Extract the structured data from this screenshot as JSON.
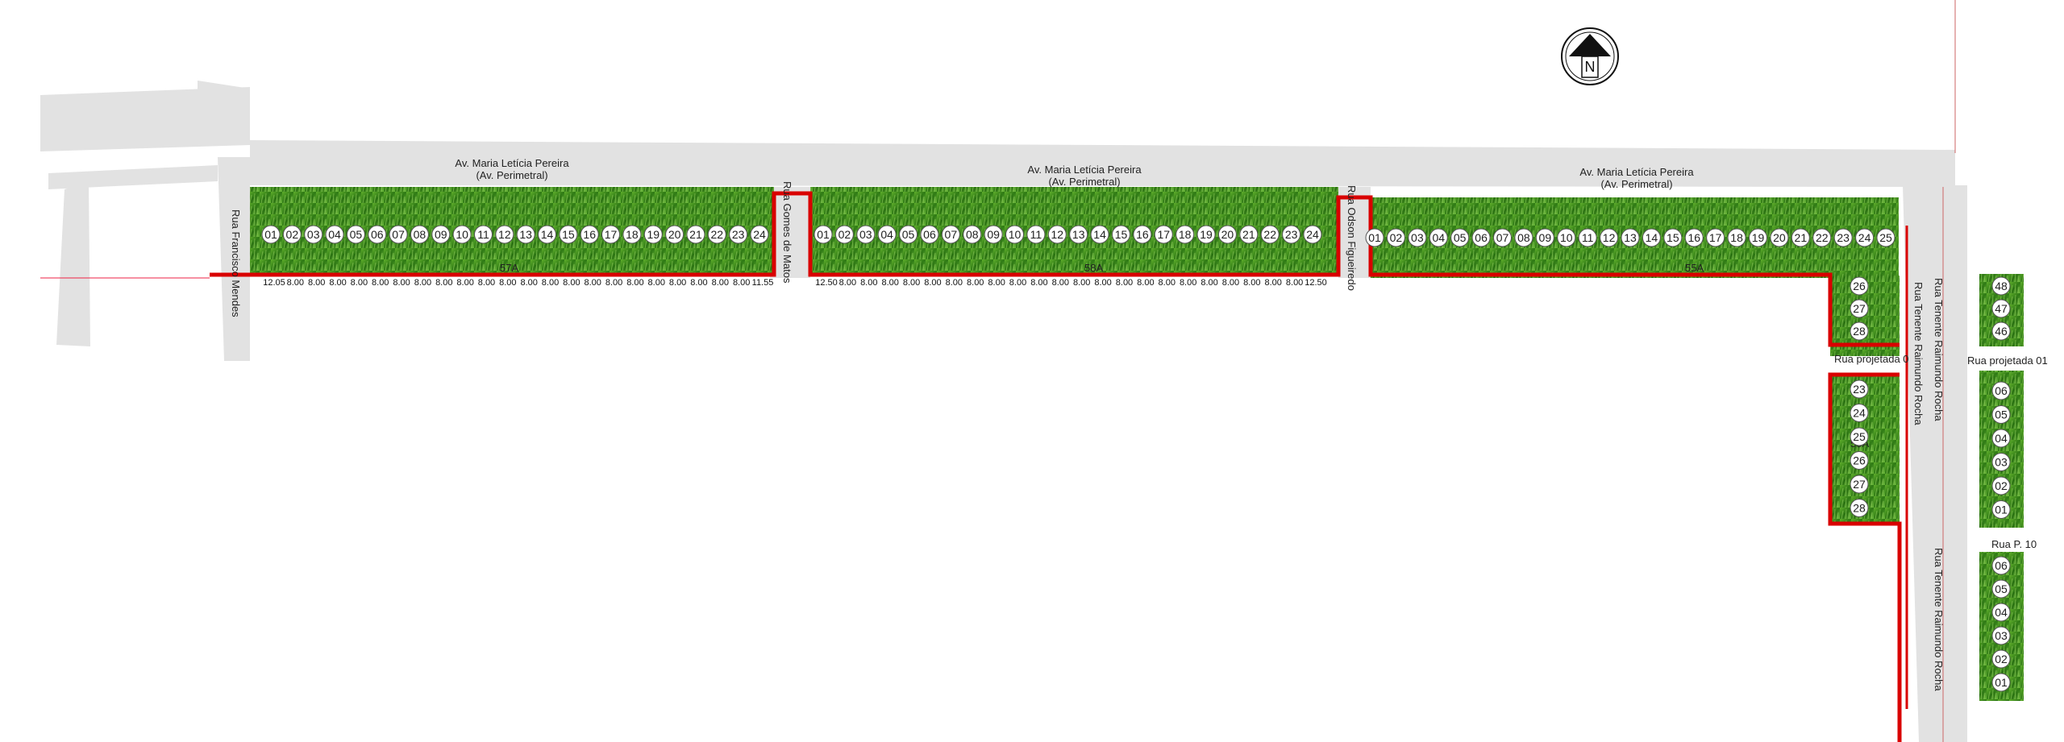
{
  "streets": {
    "avenue_line1": "Av. Maria Letícia Pereira",
    "avenue_line2": "(Av. Perimetral)",
    "rua_francisco": "Rua Francisco Mendes",
    "rua_gomes": "Rua Gomes de Matos",
    "rua_odson": "Rua Odson Figueiredo",
    "rua_tenente": "Rua Tenente Raimundo Rocha",
    "rua_projetada_0": "Rua projetada 0",
    "rua_projetada_01": "Rua projetada 01",
    "rua_p10": "Rua  P. 10"
  },
  "compass": {
    "letter": "N",
    "icon": "north-arrow-icon"
  },
  "block_labels": {
    "block1": "57A",
    "block2": "58A",
    "block3": "55A",
    "block4": "55A"
  },
  "block1": {
    "lots": [
      "01",
      "02",
      "03",
      "04",
      "05",
      "06",
      "07",
      "08",
      "09",
      "10",
      "11",
      "12",
      "13",
      "14",
      "15",
      "16",
      "17",
      "18",
      "19",
      "20",
      "21",
      "22",
      "23",
      "24"
    ],
    "dims": [
      "12.05",
      "8.00",
      "8.00",
      "8.00",
      "8.00",
      "8.00",
      "8.00",
      "8.00",
      "8.00",
      "8.00",
      "8.00",
      "8.00",
      "8.00",
      "8.00",
      "8.00",
      "8.00",
      "8.00",
      "8.00",
      "8.00",
      "8.00",
      "8.00",
      "8.00",
      "8.00",
      "11.55"
    ]
  },
  "block2": {
    "lots": [
      "01",
      "02",
      "03",
      "04",
      "05",
      "06",
      "07",
      "08",
      "09",
      "10",
      "11",
      "12",
      "13",
      "14",
      "15",
      "16",
      "17",
      "18",
      "19",
      "20",
      "21",
      "22",
      "23",
      "24"
    ],
    "dims": [
      "12.50",
      "8.00",
      "8.00",
      "8.00",
      "8.00",
      "8.00",
      "8.00",
      "8.00",
      "8.00",
      "8.00",
      "8.00",
      "8.00",
      "8.00",
      "8.00",
      "8.00",
      "8.00",
      "8.00",
      "8.00",
      "8.00",
      "8.00",
      "8.00",
      "8.00",
      "8.00",
      "12.50"
    ]
  },
  "block3": {
    "lots": [
      "01",
      "02",
      "03",
      "04",
      "05",
      "06",
      "07",
      "08",
      "09",
      "10",
      "11",
      "12",
      "13",
      "14",
      "15",
      "16",
      "17",
      "18",
      "19",
      "20",
      "21",
      "22",
      "23",
      "24",
      "25"
    ]
  },
  "block4": {
    "lots": [
      "26",
      "27",
      "28"
    ]
  },
  "block5": {
    "lots": [
      "23",
      "24",
      "25",
      "26",
      "27",
      "28"
    ]
  },
  "block6": {
    "lots": [
      "48",
      "47",
      "46"
    ]
  },
  "block7": {
    "lots": [
      "06",
      "05",
      "04",
      "03",
      "02",
      "01"
    ]
  },
  "block8": {
    "lots": [
      "06",
      "05",
      "04",
      "03",
      "02",
      "01"
    ]
  },
  "colors": {
    "grass": "#3f8f1e",
    "grass_light": "#7cc24a",
    "road": "#e2e2e2",
    "boundary": "#d90000"
  }
}
